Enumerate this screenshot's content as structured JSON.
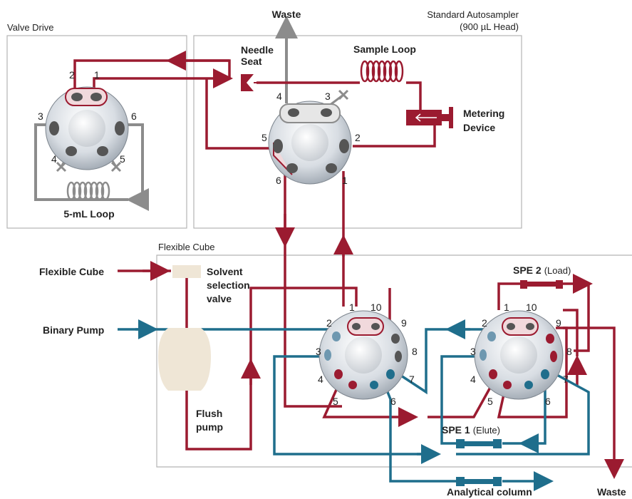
{
  "labels": {
    "valve_drive": "Valve Drive",
    "std_autosampler_l1": "Standard Autosampler",
    "std_autosampler_l2": "(900 µL Head)",
    "waste_top": "Waste",
    "needle_seat_l1": "Needle",
    "needle_seat_l2": "Seat",
    "sample_loop": "Sample Loop",
    "metering_l1": "Metering",
    "metering_l2": "Device",
    "loop_5ml": "5-mL Loop",
    "flexible_cube_box": "Flexible Cube",
    "flexible_cube_in": "Flexible Cube",
    "solvent_l1": "Solvent",
    "solvent_l2": "selection",
    "solvent_l3": "valve",
    "binary_pump": "Binary Pump",
    "flush_l1": "Flush",
    "flush_l2": "pump",
    "spe2": "SPE 2",
    "spe2_state": "(Load)",
    "spe1": "SPE 1",
    "spe1_state": "(Elute)",
    "analytical_column": "Analytical column",
    "waste_bottom": "Waste"
  },
  "ports": {
    "vd": [
      "1",
      "2",
      "3",
      "4",
      "5",
      "6"
    ],
    "as": [
      "1",
      "2",
      "3",
      "4",
      "5",
      "6"
    ],
    "v10a": [
      "1",
      "2",
      "3",
      "4",
      "5",
      "6",
      "7",
      "8",
      "9",
      "10"
    ],
    "v10b": [
      "1",
      "2",
      "3",
      "4",
      "5",
      "6",
      "7",
      "8",
      "9",
      "10"
    ]
  },
  "colors": {
    "red": "#9b1b30",
    "blue": "#1f6e8c",
    "gray": "#8c8c8c",
    "box_border": "#b5b5b5",
    "pump_fill": "#efe6d6"
  }
}
